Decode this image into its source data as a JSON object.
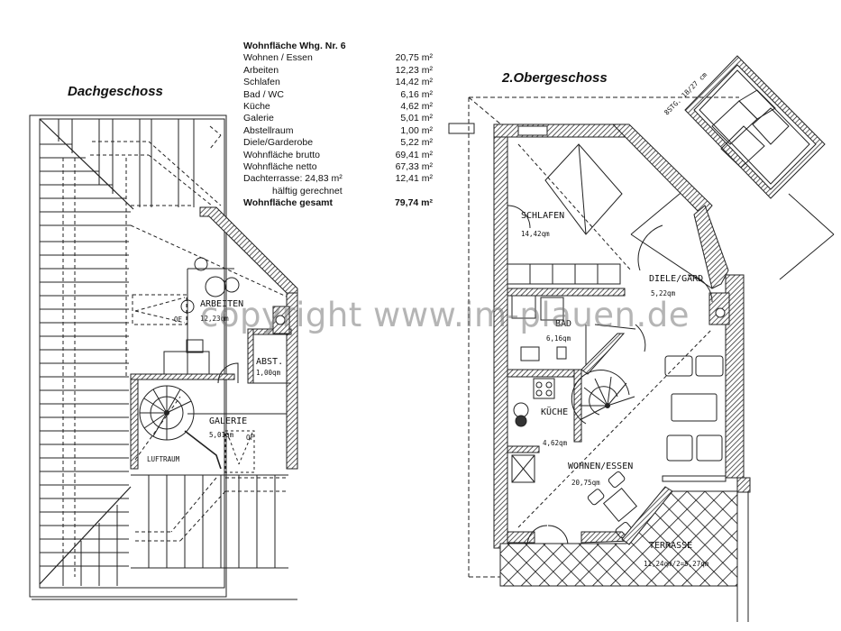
{
  "floors": {
    "dachgeschoss": {
      "title": "Dachgeschoss",
      "rooms": [
        {
          "name": "ARBEITEN",
          "area": "12,23qm"
        },
        {
          "name": "ABST.",
          "area": "1,00qm"
        },
        {
          "name": "GALERIE",
          "area": "5,01qm"
        },
        {
          "name": "LUFTRAUM",
          "area": ""
        }
      ],
      "annotations": [
        "OF",
        "OF"
      ]
    },
    "obergeschoss": {
      "title": "2.Obergeschoss",
      "rooms": [
        {
          "name": "SCHLAFEN",
          "area": "14,42qm"
        },
        {
          "name": "DIELE/GARD",
          "area": "5,22qm"
        },
        {
          "name": "BAD",
          "area": "6,16qm"
        },
        {
          "name": "KÜCHE",
          "area": "4,62qm"
        },
        {
          "name": "WOHNEN/ESSEN",
          "area": "20,75qm"
        },
        {
          "name": "TERRASSE",
          "area": "11,24qm/2=5,27qm"
        }
      ],
      "stair_note": "8STG. 18/27 cm"
    }
  },
  "area_table": {
    "heading": "Wohnfläche Whg. Nr. 6",
    "rows": [
      {
        "label": "Wohnen / Essen",
        "value": "20,75 m²"
      },
      {
        "label": "Arbeiten",
        "value": "12,23 m²"
      },
      {
        "label": "Schlafen",
        "value": "14,42 m²"
      },
      {
        "label": "Bad / WC",
        "value": "6,16 m²"
      },
      {
        "label": "Küche",
        "value": "4,62 m²"
      },
      {
        "label": "Galerie",
        "value": "5,01 m²"
      },
      {
        "label": "Abstellraum",
        "value": "1,00 m²"
      },
      {
        "label": "Diele/Garderobe",
        "value": "5,22 m²"
      },
      {
        "label": "Wohnfläche brutto",
        "value": "69,41 m²"
      },
      {
        "label": "Wohnfläche netto",
        "value": "67,33 m²"
      },
      {
        "label": "Dachterrasse: 24,83 m²",
        "value": "12,41 m²"
      }
    ],
    "note": "hälftig gerechnet",
    "total": {
      "label": "Wohnfläche gesamt",
      "value": "79,74 m²"
    }
  },
  "watermark": "copyright www.im-plauen.de"
}
